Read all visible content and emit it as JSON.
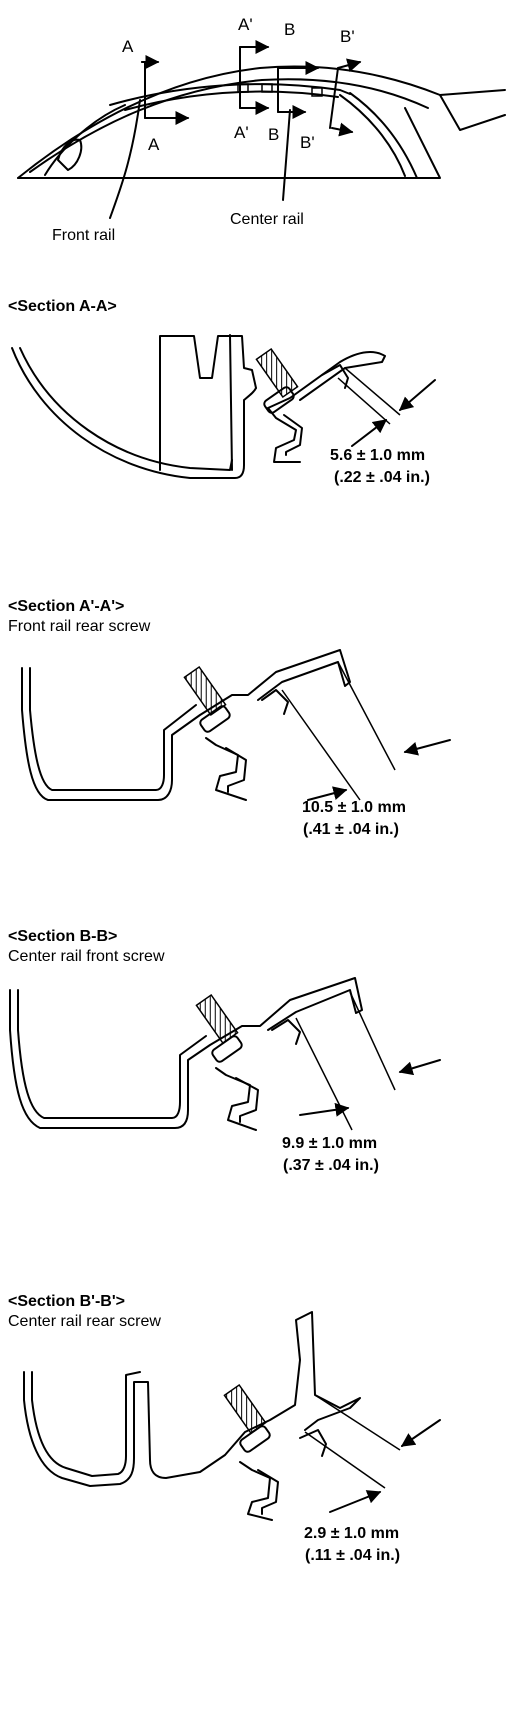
{
  "overview": {
    "cut_labels": {
      "a_top": "A",
      "a_bottom": "A",
      "a2_top": "A'",
      "a2_bottom": "A'",
      "b_top": "B",
      "b_bottom": "B",
      "b2_top": "B'",
      "b2_bottom": "B'"
    },
    "front_rail_label": "Front rail",
    "center_rail_label": "Center rail"
  },
  "sections": [
    {
      "title": "<Section A-A>",
      "subtitle": "",
      "dim_mm": "5.6 ± 1.0 mm",
      "dim_in": "(.22 ± .04 in.)"
    },
    {
      "title": "<Section A'-A'>",
      "subtitle": "Front rail rear screw",
      "dim_mm": "10.5 ± 1.0 mm",
      "dim_in": "(.41 ± .04 in.)"
    },
    {
      "title": "<Section B-B>",
      "subtitle": "Center rail front screw",
      "dim_mm": "9.9 ± 1.0 mm",
      "dim_in": "(.37 ± .04 in.)"
    },
    {
      "title": "<Section B'-B'>",
      "subtitle": "Center rail rear screw",
      "dim_mm": "2.9 ± 1.0 mm",
      "dim_in": "(.11 ± .04 in.)"
    }
  ]
}
